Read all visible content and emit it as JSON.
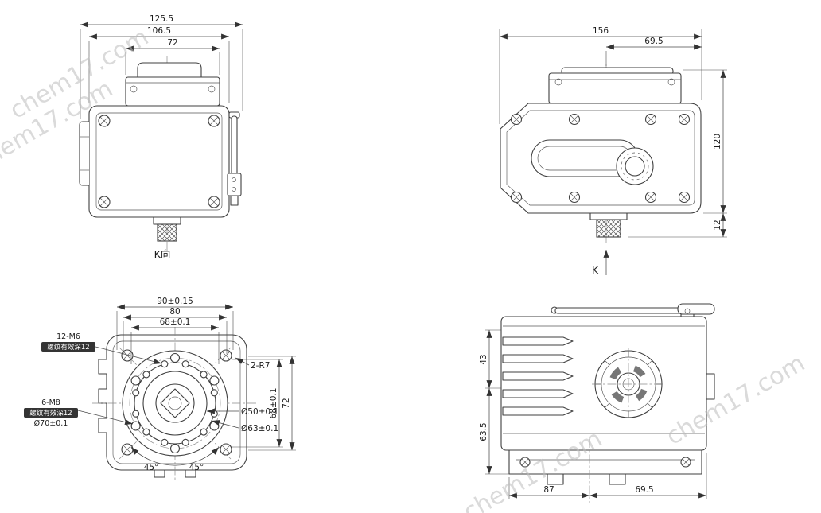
{
  "watermark": "chem17.com",
  "front_view": {
    "dim_overall": "125.5",
    "dim_body": "106.5",
    "dim_cap": "72",
    "label": "K向"
  },
  "side_view": {
    "dim_length": "156",
    "dim_offset": "69.5",
    "dim_height": "120",
    "dim_shaft": "12",
    "label": "K"
  },
  "bottom_view": {
    "dim_w90": "90±0.15",
    "dim_w80": "80",
    "dim_w68": "68±0.1",
    "dim_h68": "68±0.1",
    "dim_h72": "72",
    "note_m6": "12-M6",
    "note_m6_depth": "螺纹有效深12",
    "note_m8": "6-M8",
    "note_m8_depth": "螺纹有效深12",
    "dia_70": "Ø70±0.1",
    "dia_50": "Ø50±0.1",
    "dia_63": "Ø63±0.1",
    "note_radius": "2-R7",
    "angle_left": "45°",
    "angle_right": "45°"
  },
  "rear_view": {
    "dim_fins": "43",
    "dim_lower": "63.5",
    "dim_bottom_left": "87",
    "dim_bottom_right": "69.5"
  }
}
